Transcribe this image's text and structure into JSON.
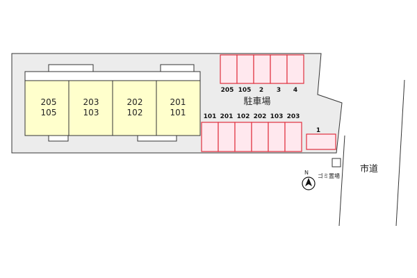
{
  "building": {
    "units": [
      {
        "top": "205",
        "bottom": "105"
      },
      {
        "top": "203",
        "bottom": "103"
      },
      {
        "top": "202",
        "bottom": "102"
      },
      {
        "top": "201",
        "bottom": "101"
      }
    ]
  },
  "parking": {
    "label": "駐車場",
    "top_row": [
      "205",
      "105",
      "2",
      "3",
      "4"
    ],
    "bottom_row": [
      "101",
      "201",
      "102",
      "202",
      "103",
      "203"
    ],
    "extra_slot": "1"
  },
  "garbage": {
    "label": "ゴミ置場"
  },
  "road": {
    "label": "市道"
  },
  "compass": {
    "label": "N"
  },
  "colors": {
    "lot": "#ececec",
    "unit": "#ffffcc",
    "parking_fill": "#ffe8ee",
    "parking_stroke": "#e0303e",
    "outline": "#333333"
  }
}
